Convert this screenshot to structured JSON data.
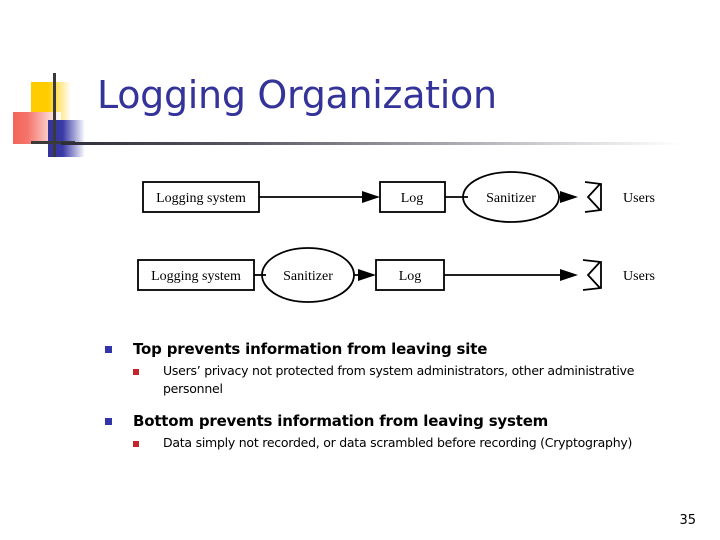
{
  "slide": {
    "title": "Logging Organization",
    "page_number": "35",
    "title_color": "#333399",
    "bullet_l1_color": "#3333AA",
    "bullet_l2_color": "#C0272D"
  },
  "figure": {
    "stroke_color": "#000000",
    "rows": [
      {
        "id": "top-flow",
        "nodes": [
          {
            "kind": "box",
            "label": "Logging system"
          },
          {
            "kind": "box",
            "label": "Log"
          },
          {
            "kind": "ellipse",
            "label": "Sanitizer"
          },
          {
            "kind": "actor",
            "label": "Users"
          }
        ]
      },
      {
        "id": "bottom-flow",
        "nodes": [
          {
            "kind": "box",
            "label": "Logging system"
          },
          {
            "kind": "ellipse",
            "label": "Sanitizer"
          },
          {
            "kind": "box",
            "label": "Log"
          },
          {
            "kind": "actor",
            "label": "Users"
          }
        ]
      }
    ],
    "labels": {
      "top_logging_system": "Logging system",
      "top_log": "Log",
      "top_sanitizer": "Sanitizer",
      "top_users": "Users",
      "bottom_logging_system": "Logging system",
      "bottom_sanitizer": "Sanitizer",
      "bottom_log": "Log",
      "bottom_users": "Users"
    }
  },
  "bullets": [
    {
      "level": 1,
      "text": "Top prevents information from leaving site"
    },
    {
      "level": 2,
      "text": "Users’ privacy not protected from system administrators, other administrative personnel"
    },
    {
      "level": 1,
      "text": "Bottom prevents information from leaving system"
    },
    {
      "level": 2,
      "text": "Data simply not recorded, or data scrambled before recording (Cryptography)"
    }
  ]
}
